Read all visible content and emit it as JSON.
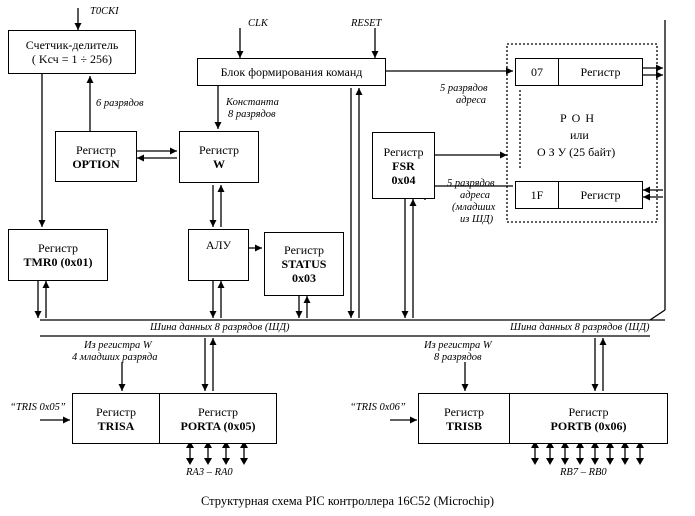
{
  "blocks": {
    "counter": {
      "line1": "Счетчик-делитель",
      "line2": "( Kсч = 1 ÷ 256)"
    },
    "option": {
      "title": "Регистр",
      "name": "OPTION"
    },
    "tmr0": {
      "title": "Регистр",
      "name": "TMR0 (0x01)"
    },
    "cmd": {
      "title": "Блок формирования команд"
    },
    "w": {
      "title": "Регистр",
      "name": "W"
    },
    "alu": {
      "title": "АЛУ"
    },
    "status": {
      "title": "Регистр",
      "name": "STATUS",
      "addr": "0x03"
    },
    "fsr": {
      "title": "Регистр",
      "name": "FSR",
      "addr": "0x04"
    },
    "reg07": {
      "addr": "07",
      "title": "Регистр"
    },
    "reg1f": {
      "addr": "1F",
      "title": "Регистр"
    },
    "ram": {
      "line1": "Р О Н",
      "line2": "или",
      "line3": "О З У (25 байт)"
    },
    "trisa": {
      "title": "Регистр",
      "name": "TRISA"
    },
    "porta": {
      "title": "Регистр",
      "name": "PORTA (0x05)"
    },
    "trisb": {
      "title": "Регистр",
      "name": "TRISB"
    },
    "portb": {
      "title": "Регистр",
      "name": "PORTB (0x06)"
    }
  },
  "labels": {
    "t0cki": "T0CKI",
    "clk": "CLK",
    "reset": "RESET",
    "six_bits": "6 разрядов",
    "const_1": "Константа",
    "const_2": "8 разрядов",
    "addr5_1": "5 разрядов",
    "addr5_2": "адреса",
    "addr5b_1": "5 разрядов",
    "addr5b_2": "адреса",
    "addr5b_3": "(младших",
    "addr5b_4": "из ШД)",
    "bus_left": "Шина данных 8 разрядов (ШД)",
    "bus_right": "Шина данных 8 разрядов (ШД)",
    "fromw_a1": "Из регистра W",
    "fromw_a2": "4 младших разряда",
    "fromw_b1": "Из регистра W",
    "fromw_b2": "8 разрядов",
    "tris5": "“TRIS 0x05”",
    "tris6": "“TRIS 0x06”",
    "ra": "RA3 – RA0",
    "rb": "RB7 – RB0"
  },
  "caption": "Структурная схема PIC контроллера 16С52 (Microchip)"
}
